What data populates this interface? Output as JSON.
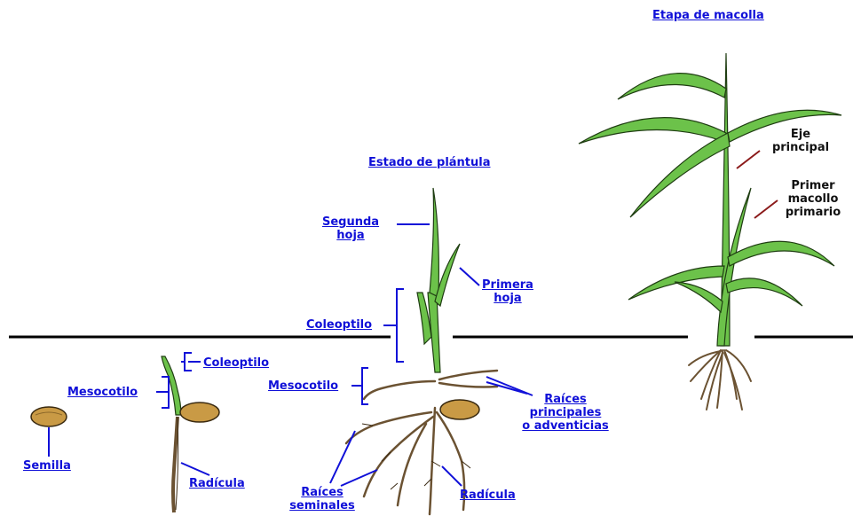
{
  "titles": {
    "seedling_stage": "Estado de plántula",
    "tillering_stage": "Etapa de macolla"
  },
  "labels": {
    "seed": "Semilla",
    "mesocotyl_1": "Mesocotilo",
    "coleoptile_1": "Coleoptilo",
    "radicle_1": "Radícula",
    "second_leaf_line1": "Segunda",
    "second_leaf_line2": "hoja",
    "first_leaf_line1": "Primera",
    "first_leaf_line2": "hoja",
    "coleoptile_2": "Coleoptilo",
    "mesocotyl_2": "Mesocotilo",
    "main_roots_line1": "Raíces",
    "main_roots_line2": "principales",
    "main_roots_line3": "o adventicias",
    "seminal_roots_line1": "Raíces",
    "seminal_roots_line2": "seminales",
    "radicle_2": "Radícula",
    "main_axis_line1": "Eje",
    "main_axis_line2": "principal",
    "first_tiller_line1": "Primer",
    "first_tiller_line2": "macollo",
    "first_tiller_line3": "primario"
  },
  "colors": {
    "label_link": "#1010d8",
    "leaf_green": "#6cc24a",
    "leaf_outline": "#1f3d12",
    "seed_fill": "#c99a45",
    "root_brown": "#6b5232",
    "ground_line": "#000000",
    "pointer_red": "#8b1a1a"
  }
}
